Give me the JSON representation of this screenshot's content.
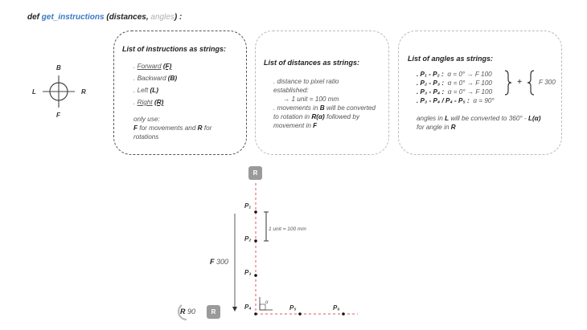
{
  "header": {
    "def": "def",
    "fn": "get_instructions",
    "open": "(",
    "arg1": "distances,",
    "arg2": "angles",
    "close": ") :"
  },
  "compass": {
    "top": "B",
    "left": "L",
    "right": "R",
    "bottom": "F"
  },
  "box_instructions": {
    "heading": "List of instructions as strings:",
    "items": [
      {
        "prefix": ". ",
        "word": "Forward",
        "code": "(F)"
      },
      {
        "prefix": ". ",
        "word": "Backward",
        "code": "(B)"
      },
      {
        "prefix": ". ",
        "word": "Left",
        "code": "(L)"
      },
      {
        "prefix": ". ",
        "word": "Right",
        "code": "(R)"
      }
    ],
    "note_line1": "only use:",
    "note_f": "F",
    "note_line2_rest": " for movements and ",
    "note_r": "R",
    "note_line2_end": " for",
    "note_line3": "rotations"
  },
  "box_distances": {
    "heading": "List of distances as strings:",
    "line1": ". distance to pixel ratio",
    "line2": "established:",
    "line3": "→ 1 unit = 100 mm",
    "line4_a": ". movements in ",
    "line4_b": "B",
    "line4_c": " will be converted",
    "line5_a": "to rotation in ",
    "line5_b": "R(α)",
    "line5_c": " followed by",
    "line6_a": "movement in ",
    "line6_b": "F"
  },
  "box_angles": {
    "heading": "List of angles as strings:",
    "rows": [
      {
        "label": ". P₁ - P₂ :",
        "text": "α = 0° → F 100"
      },
      {
        "label": ". P₂ - P₃ :",
        "text": "α = 0° → F 100"
      },
      {
        "label": ". P₃ - P₄ :",
        "text": "α = 0° → F 100"
      },
      {
        "label": ". P₃ - P₄ / P₄ - P₅ :",
        "text": "α = 90°"
      }
    ],
    "plus": "+",
    "sum": "F 300",
    "note1_a": "angles in ",
    "note1_b": "L",
    "note1_c": " will be converted to 360° - ",
    "note1_d": "L(α)",
    "note2_a": "for angle in ",
    "note2_b": "R"
  },
  "diagram": {
    "robot_top": "R",
    "robot_bottom": "R",
    "points": [
      "P₁",
      "P₂",
      "P₃",
      "P₄",
      "P₅",
      "P₆"
    ],
    "unit_label": "1 unit = 100 mm",
    "f_label_bold": "F",
    "f_label_rest": " 300",
    "r_label_bold": "R",
    "r_label_rest": " 90",
    "angle_symbol": "α"
  },
  "colors": {
    "accent_blue": "#3a78c7",
    "red": "#c00000",
    "path_dash": "#e05a5a"
  }
}
